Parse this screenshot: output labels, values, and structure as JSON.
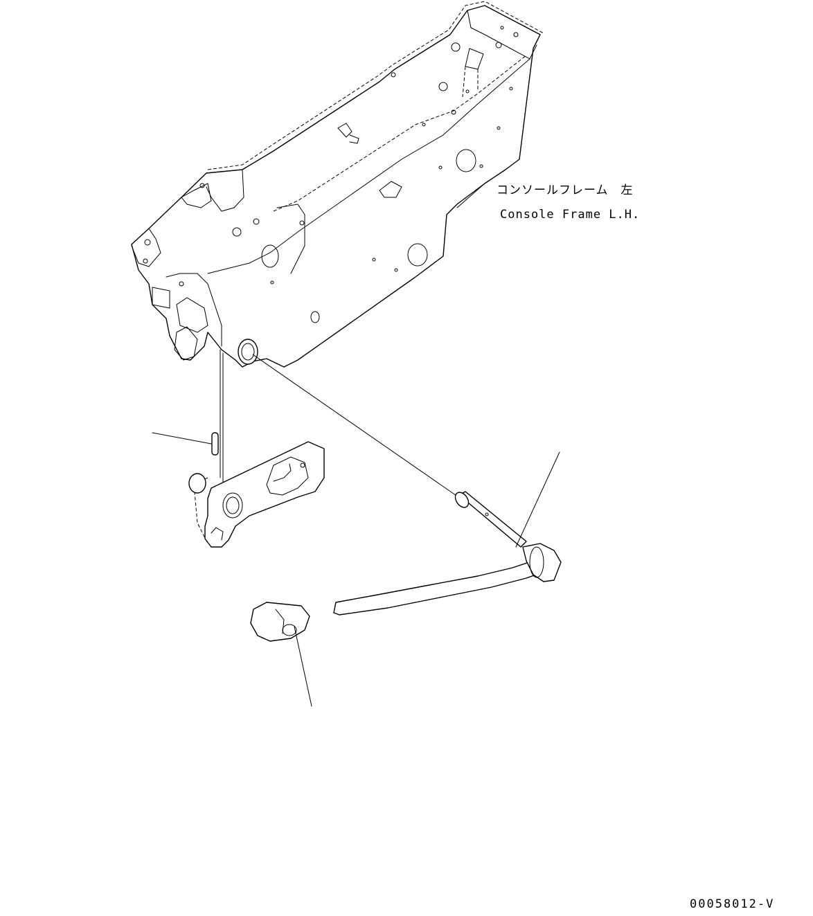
{
  "labels": {
    "frame_jp": "コンソールフレーム　左",
    "frame_en": "Console Frame L.H."
  },
  "drawing_code": "00058012-V"
}
